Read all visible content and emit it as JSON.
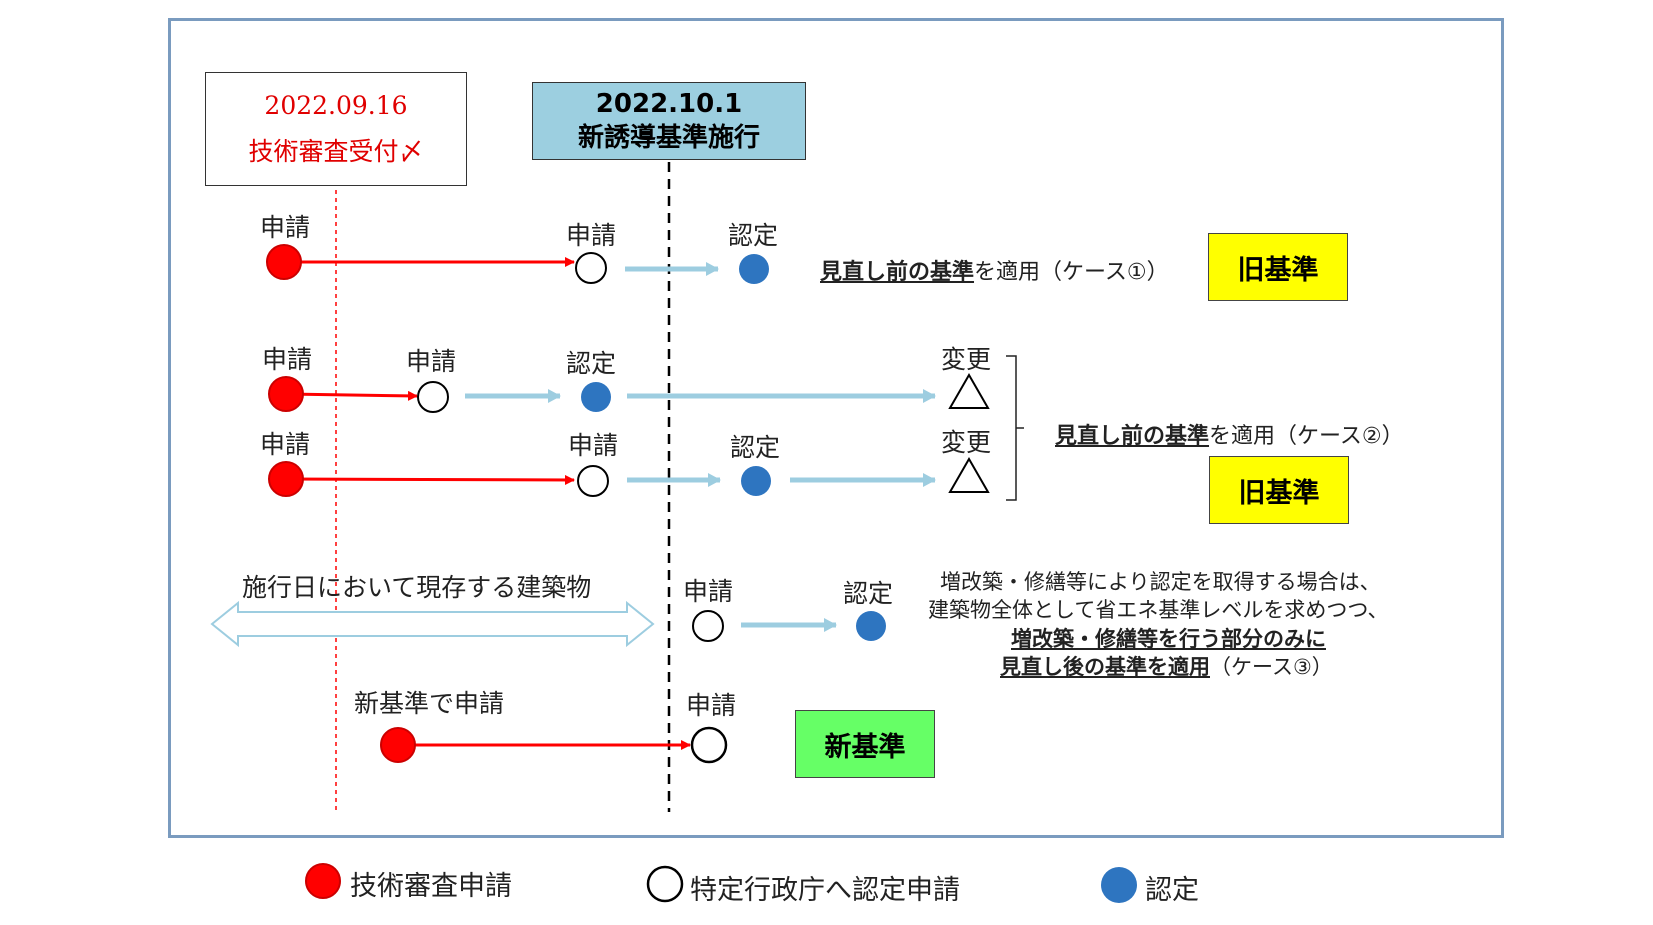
{
  "date_box": {
    "line1": "2022.09.16",
    "line2": "技術審査受付〆"
  },
  "enforce_box": {
    "line1": "2022.10.1",
    "line2": "新誘導基準施行"
  },
  "labels": {
    "apply": "申請",
    "certify": "認定",
    "change": "変更",
    "existing_buildings": "施行日において現存する建築物",
    "new_std_apply": "新基準で申請"
  },
  "standards": {
    "old": "旧基準",
    "new": "新基準"
  },
  "case1": {
    "underlined": "見直し前の基準",
    "rest": "を適用（ケース①）"
  },
  "case2": {
    "underlined": "見直し前の基準",
    "rest": "を適用（ケース②）"
  },
  "case3": {
    "line1": "増改築・修繕等により認定を取得する場合は、",
    "line2": "建築物全体として省エネ基準レベルを求めつつ、",
    "line3": "増改築・修繕等を行う部分のみに",
    "line4_underlined": "見直し後の基準を適用",
    "line4_rest": "（ケース③）"
  },
  "legend": {
    "tech_review": "技術審査申請",
    "agency_apply": "特定行政庁へ認定申請",
    "certified": "認定"
  },
  "colors": {
    "red": "#ff0000",
    "blue": "#2e75c0",
    "light_arrow": "#9dcde0",
    "frame": "#7a9bbf",
    "old_std": "#ffff00",
    "new_std": "#66ff66"
  }
}
